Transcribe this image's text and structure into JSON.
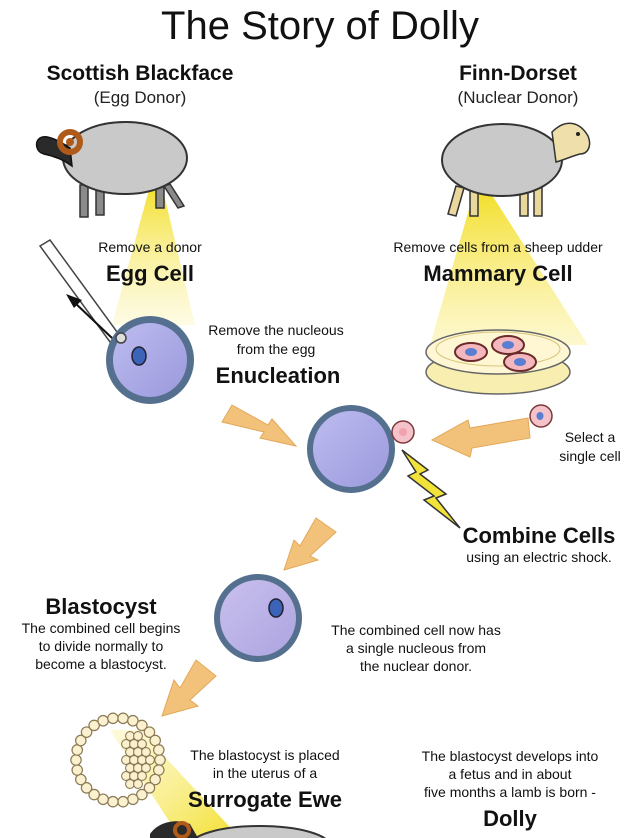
{
  "title": "The Story of Dolly",
  "egg_donor": {
    "breed": "Scottish Blackface",
    "role": "(Egg Donor)"
  },
  "nuclear_donor": {
    "breed": "Finn-Dorset",
    "role": "(Nuclear Donor)"
  },
  "egg_cell": {
    "caption": "Remove a donor",
    "label": "Egg Cell"
  },
  "mammary_cell": {
    "caption": "Remove cells from a sheep udder",
    "label": "Mammary Cell"
  },
  "enucleation": {
    "caption_line1": "Remove the nucleous",
    "caption_line2": "from the egg",
    "label": "Enucleation"
  },
  "select_cell": {
    "line1": "Select a",
    "line2": "single cell"
  },
  "combine": {
    "label": "Combine Cells",
    "caption": "using an electric shock."
  },
  "blastocyst": {
    "label": "Blastocyst",
    "line1": "The combined cell begins",
    "line2": "to divide normally to",
    "line3": "become a blastocyst."
  },
  "combined_note": {
    "line1": "The combined cell now has",
    "line2": "a single nucleous from",
    "line3": "the nuclear donor."
  },
  "surrogate": {
    "line1": "The blastocyst is placed",
    "line2": "in the uterus of a",
    "label": "Surrogate Ewe"
  },
  "dolly": {
    "line1": "The blastocyst develops into",
    "line2": "a fetus and in about",
    "line3": "five months a lamb is born -",
    "label": "Dolly"
  },
  "colors": {
    "cell_fill": "#a9a7e4",
    "cell_ring": "#55708f",
    "beam": "#f7e64a",
    "arrow": "#f3c27a",
    "bolt": "#f2e33a",
    "pink": "#f0a2ae"
  }
}
